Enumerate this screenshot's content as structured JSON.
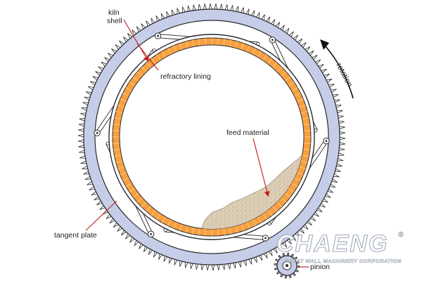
{
  "labels": {
    "kiln_shell": [
      "kiln",
      "shell"
    ],
    "refractory_lining": "refractory lining",
    "feed_material": "feed material",
    "tangent_plate": "tangent plate",
    "pinion": "pinion",
    "rotation": "rotation"
  },
  "watermark": {
    "brand": "CHAENG",
    "subtitle": "GREAT WALL MACHINERY CORPORATION",
    "registered": "®"
  },
  "colors": {
    "gear_ring": "#c5cde8",
    "lining": "#f7a040",
    "lining_inner": "#fbb868",
    "feed": "#d9ccb4",
    "label_line": "#c41a1a",
    "outline": "#2a2a2a"
  },
  "icons": {
    "rotation_arrow": "curved-arrow-icon",
    "pinion_gear": "gear-icon"
  }
}
